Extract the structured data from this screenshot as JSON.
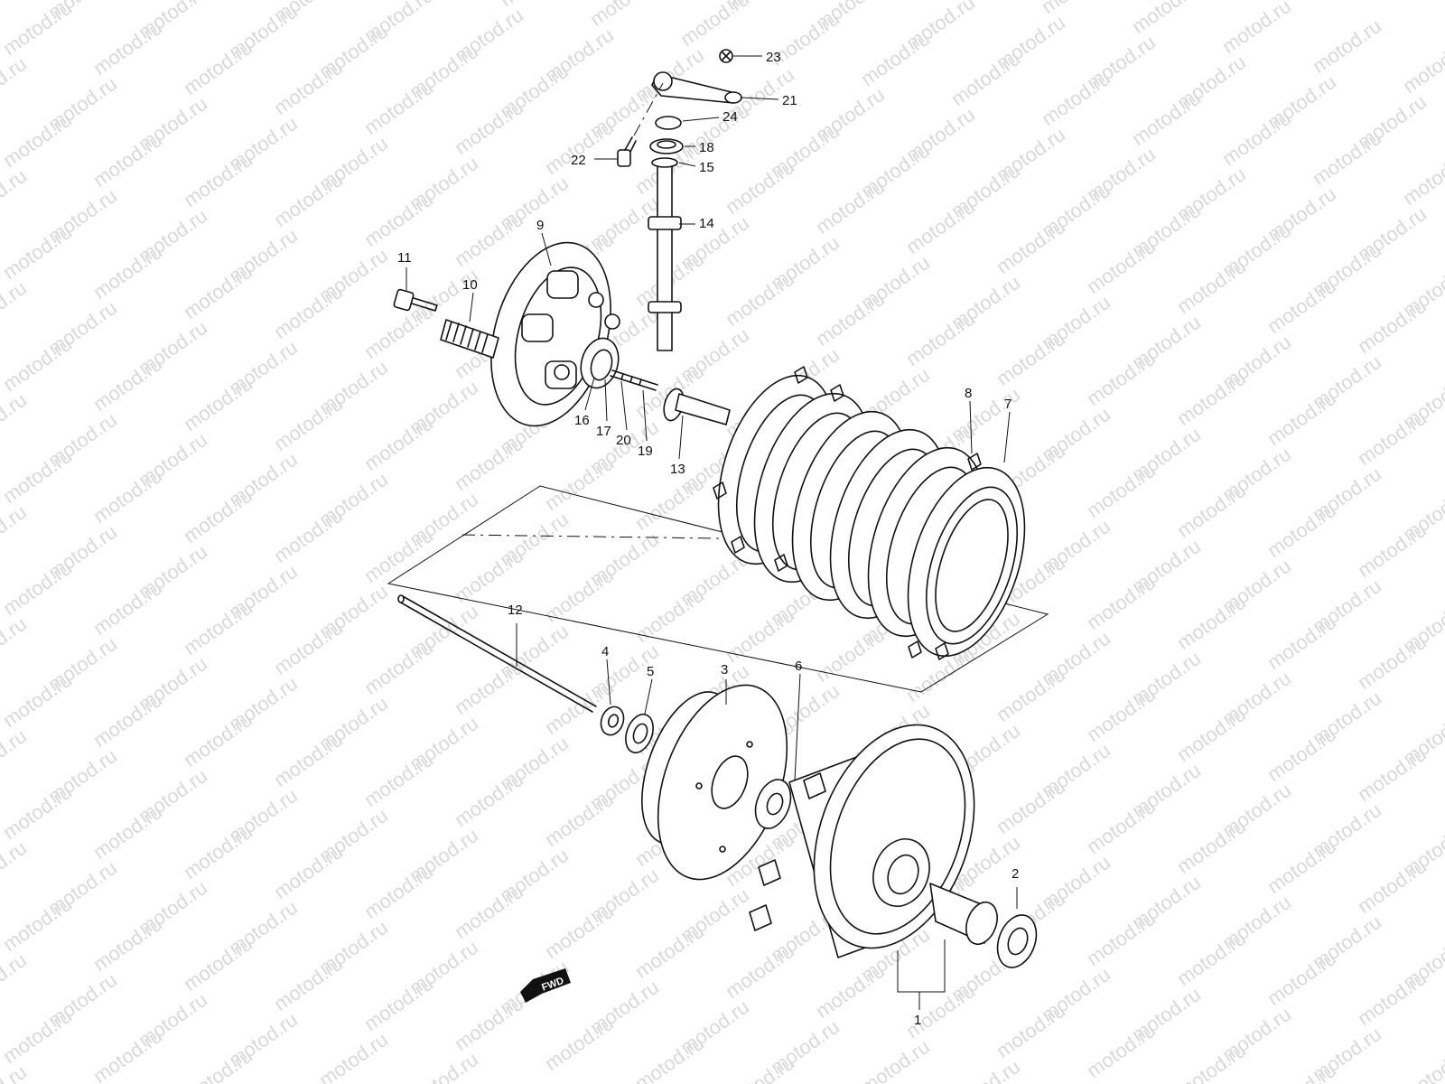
{
  "watermark": {
    "text": "motod.ru"
  },
  "fwd_badge": {
    "label": "FWD"
  },
  "callouts": [
    {
      "id": "1",
      "label": "1"
    },
    {
      "id": "2",
      "label": "2"
    },
    {
      "id": "3",
      "label": "3"
    },
    {
      "id": "4",
      "label": "4"
    },
    {
      "id": "5",
      "label": "5"
    },
    {
      "id": "6",
      "label": "6"
    },
    {
      "id": "7",
      "label": "7"
    },
    {
      "id": "8",
      "label": "8"
    },
    {
      "id": "9",
      "label": "9"
    },
    {
      "id": "10",
      "label": "10"
    },
    {
      "id": "11",
      "label": "11"
    },
    {
      "id": "12",
      "label": "12"
    },
    {
      "id": "13",
      "label": "13"
    },
    {
      "id": "14",
      "label": "14"
    },
    {
      "id": "15",
      "label": "15"
    },
    {
      "id": "16",
      "label": "16"
    },
    {
      "id": "17",
      "label": "17"
    },
    {
      "id": "18",
      "label": "18"
    },
    {
      "id": "19",
      "label": "19"
    },
    {
      "id": "20",
      "label": "20"
    },
    {
      "id": "21",
      "label": "21"
    },
    {
      "id": "22",
      "label": "22"
    },
    {
      "id": "23",
      "label": "23"
    },
    {
      "id": "24",
      "label": "24"
    }
  ]
}
